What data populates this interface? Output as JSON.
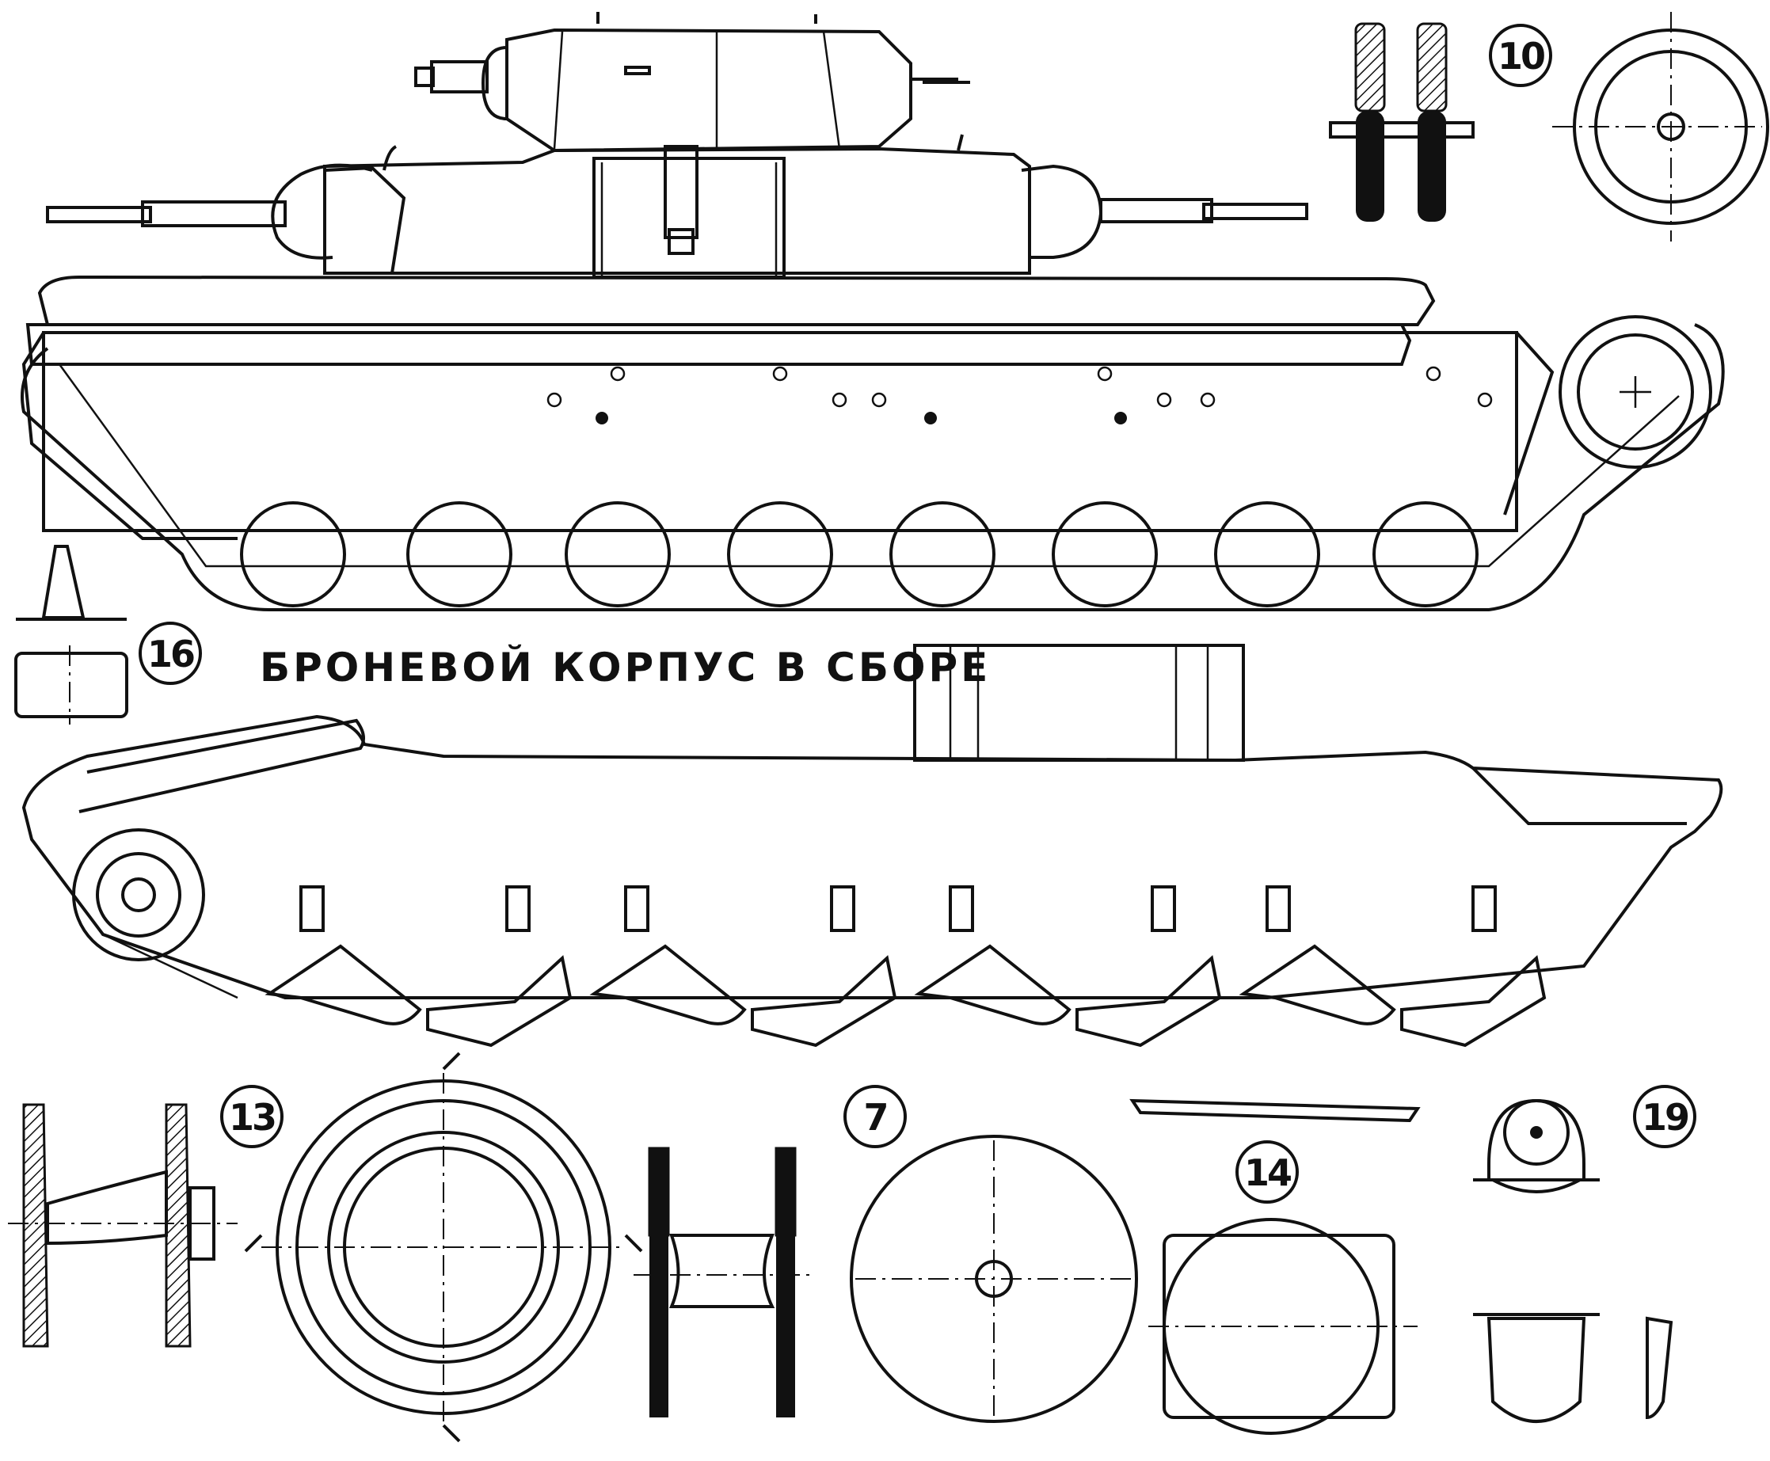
{
  "title": "БРОНЕВОЙ КОРПУС В СБОРЕ",
  "callouts": {
    "c10": "10",
    "c16": "16",
    "c13": "13",
    "c7": "7",
    "c14": "14",
    "c19": "19"
  },
  "colors": {
    "ink": "#111111",
    "paper": "#ffffff"
  }
}
